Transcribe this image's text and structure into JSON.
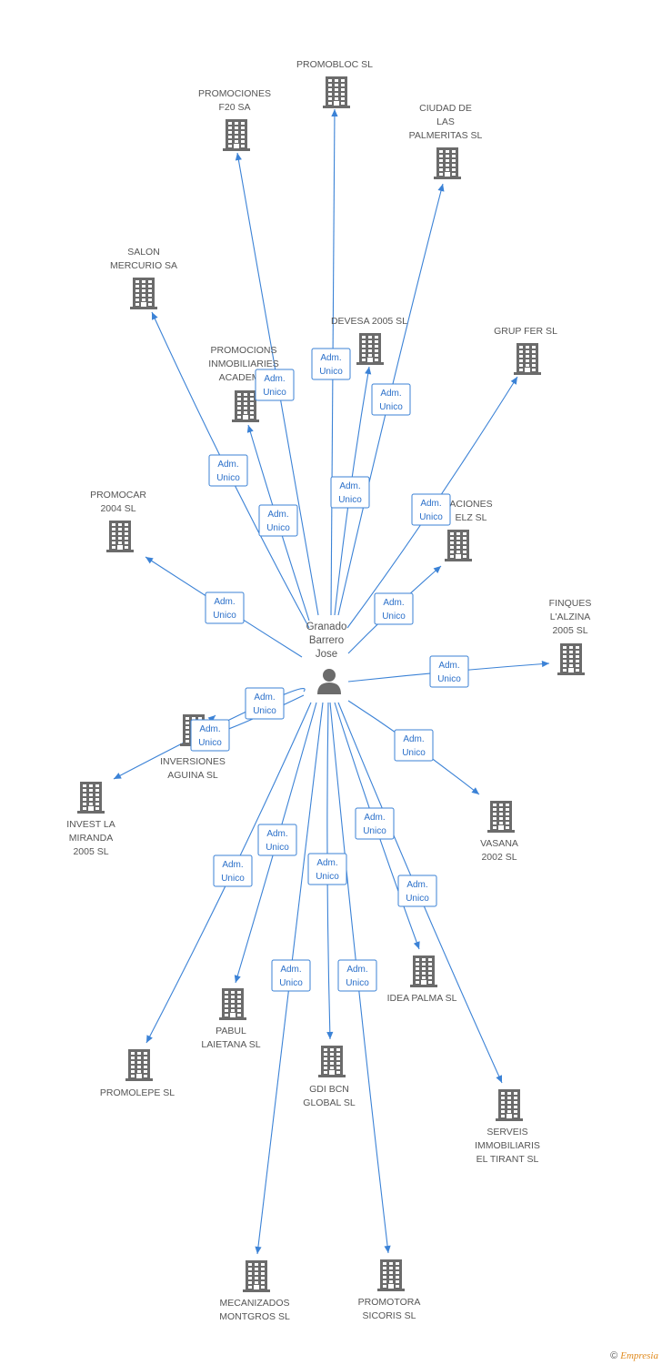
{
  "center": {
    "lines": [
      "Granado",
      "Barrero",
      "Jose"
    ]
  },
  "role_lines": [
    "Adm.",
    "Unico"
  ],
  "companies": [
    {
      "id": "promobloc",
      "lines": [
        "PROMOBLOC SL"
      ]
    },
    {
      "id": "promociones-f20",
      "lines": [
        "PROMOCIONES",
        "F20 SA"
      ]
    },
    {
      "id": "ciudad-palmeritas",
      "lines": [
        "CIUDAD DE",
        "LAS",
        "PALMERITAS SL"
      ]
    },
    {
      "id": "salon-mercurio",
      "lines": [
        "SALON",
        "MERCURIO SA"
      ]
    },
    {
      "id": "devesa-2005",
      "lines": [
        "DEVESA 2005 SL"
      ]
    },
    {
      "id": "grup-fer",
      "lines": [
        "GRUP FER SL"
      ]
    },
    {
      "id": "promocions-academia",
      "lines": [
        "PROMOCIONS",
        "INMOBILIARIES",
        "ACADEMIA"
      ]
    },
    {
      "id": "promocar-2004",
      "lines": [
        "PROMOCAR",
        "2004 SL"
      ]
    },
    {
      "id": "aciones-elz",
      "lines": [
        "ACIONES",
        "ELZ SL"
      ]
    },
    {
      "id": "finques-alzina",
      "lines": [
        "FINQUES",
        "L'ALZINA",
        "2005 SL"
      ]
    },
    {
      "id": "inversiones-aguina",
      "lines": [
        "INVERSIONES",
        "AGUINA SL"
      ]
    },
    {
      "id": "invest-miranda",
      "lines": [
        "INVEST LA",
        "MIRANDA",
        "2005 SL"
      ]
    },
    {
      "id": "vasana-2002",
      "lines": [
        "VASANA",
        "2002 SL"
      ]
    },
    {
      "id": "pabul-laietana",
      "lines": [
        "PABUL",
        "LAIETANA SL"
      ]
    },
    {
      "id": "idea-palma",
      "lines": [
        "IDEA PALMA SL"
      ]
    },
    {
      "id": "promolepe",
      "lines": [
        "PROMOLEPE SL"
      ]
    },
    {
      "id": "gdi-bcn-global",
      "lines": [
        "GDI BCN",
        "GLOBAL SL"
      ]
    },
    {
      "id": "serveis-tirant",
      "lines": [
        "SERVEIS",
        "IMMOBILIARIS",
        "EL TIRANT SL"
      ]
    },
    {
      "id": "mecanizados-montgros",
      "lines": [
        "MECANIZADOS",
        "MONTGROS SL"
      ]
    },
    {
      "id": "promotora-sicoris",
      "lines": [
        "PROMOTORA",
        "SICORIS SL"
      ]
    }
  ],
  "footer": {
    "copyright": "©",
    "brand": "Empresia"
  }
}
